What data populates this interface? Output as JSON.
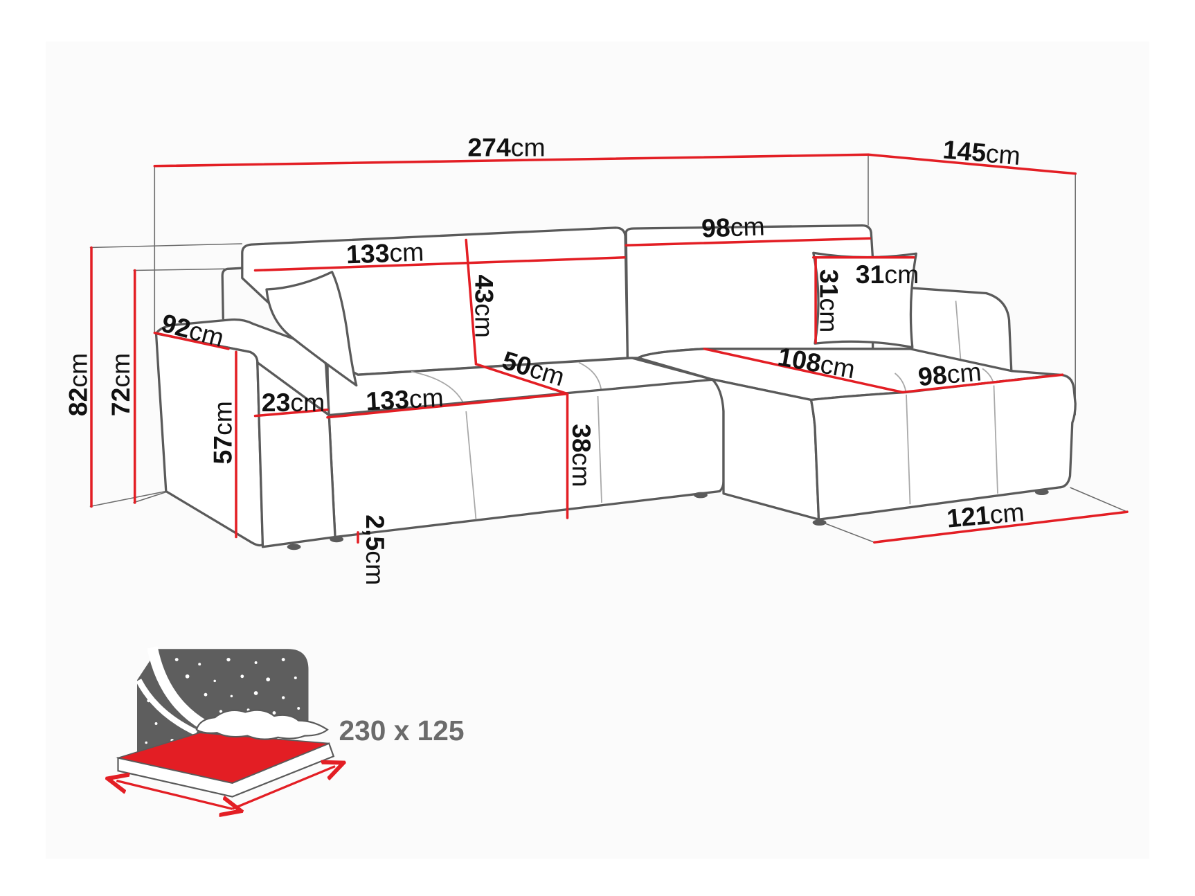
{
  "colors": {
    "dimension": "#e31e24",
    "outline": "#5a5a5a",
    "bed_label": "#6b6b6b",
    "mattress": "#e31e24"
  },
  "icons": {
    "sleep_function": "bed-icon"
  },
  "dimensions": {
    "top_width": {
      "value": "274",
      "unit": "cm"
    },
    "top_depth": {
      "value": "145",
      "unit": "cm"
    },
    "back_right_width": {
      "value": "98",
      "unit": "cm"
    },
    "back_left_width": {
      "value": "133",
      "unit": "cm"
    },
    "pillow_width": {
      "value": "31",
      "unit": "cm"
    },
    "pillow_height": {
      "value": "31",
      "unit": "cm"
    },
    "back_height": {
      "value": "43",
      "unit": "cm"
    },
    "armrest_depth": {
      "value": "92",
      "unit": "cm"
    },
    "total_height": {
      "value": "82",
      "unit": "cm"
    },
    "arm_total_height": {
      "value": "72",
      "unit": "cm"
    },
    "armrest_height": {
      "value": "57",
      "unit": "cm"
    },
    "armrest_width": {
      "value": "23",
      "unit": "cm"
    },
    "seat_width": {
      "value": "133",
      "unit": "cm"
    },
    "seat_depth": {
      "value": "50",
      "unit": "cm"
    },
    "seat_height": {
      "value": "38",
      "unit": "cm"
    },
    "chaise_length": {
      "value": "108",
      "unit": "cm"
    },
    "chaise_width": {
      "value": "98",
      "unit": "cm"
    },
    "chaise_base": {
      "value": "121",
      "unit": "cm"
    },
    "leg_height": {
      "value": "2,5",
      "unit": "cm"
    }
  },
  "bed": {
    "size": "230 x 125"
  }
}
